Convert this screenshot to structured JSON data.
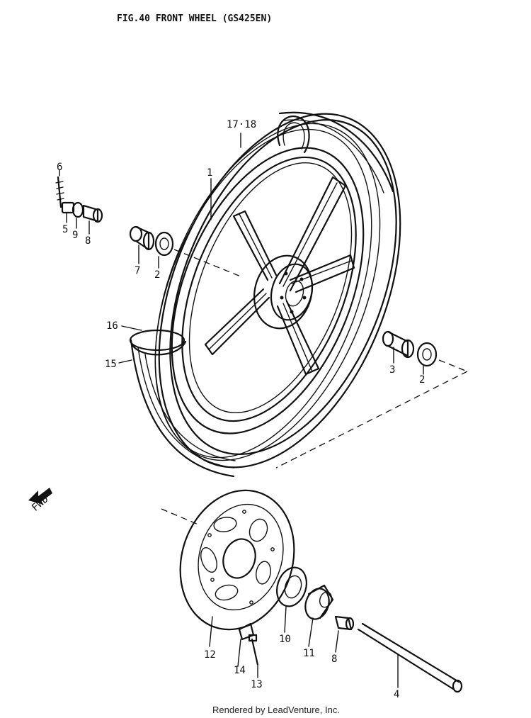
{
  "title": "FIG.40  FRONT WHEEL (GS425EN)",
  "callouts": {
    "c1": "1",
    "c2a": "2",
    "c2b": "2",
    "c3": "3",
    "c4": "4",
    "c5": "5",
    "c6": "6",
    "c7": "7",
    "c8a": "8",
    "c8b": "8",
    "c9": "9",
    "c10": "10",
    "c11": "11",
    "c12": "12",
    "c13": "13",
    "c14": "14",
    "c15": "15",
    "c16": "16",
    "c1718": "17·18"
  },
  "fwd_label": "FWD",
  "footer": "Rendered by LeadVenture, Inc."
}
